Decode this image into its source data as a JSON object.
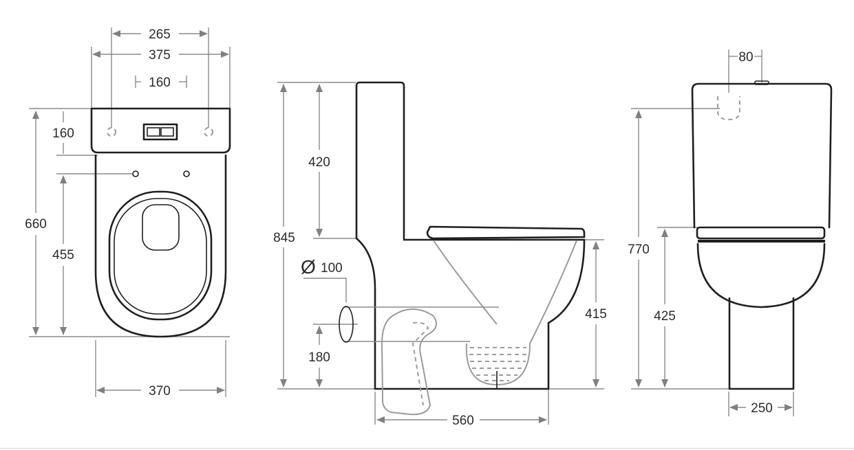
{
  "drawing": {
    "top_view": {
      "dim_265": "265",
      "dim_375": "375",
      "dim_160_holes": "160",
      "dim_160_tank": "160",
      "dim_660": "660",
      "dim_455": "455",
      "dim_370": "370"
    },
    "side_view": {
      "dim_420": "420",
      "dim_845": "845",
      "dim_outlet_symbol": "Ø",
      "dim_outlet": "100",
      "dim_180": "180",
      "dim_415": "415",
      "dim_560": "560"
    },
    "front_view": {
      "dim_80": "80",
      "dim_770": "770",
      "dim_425": "425",
      "dim_250": "250"
    }
  }
}
